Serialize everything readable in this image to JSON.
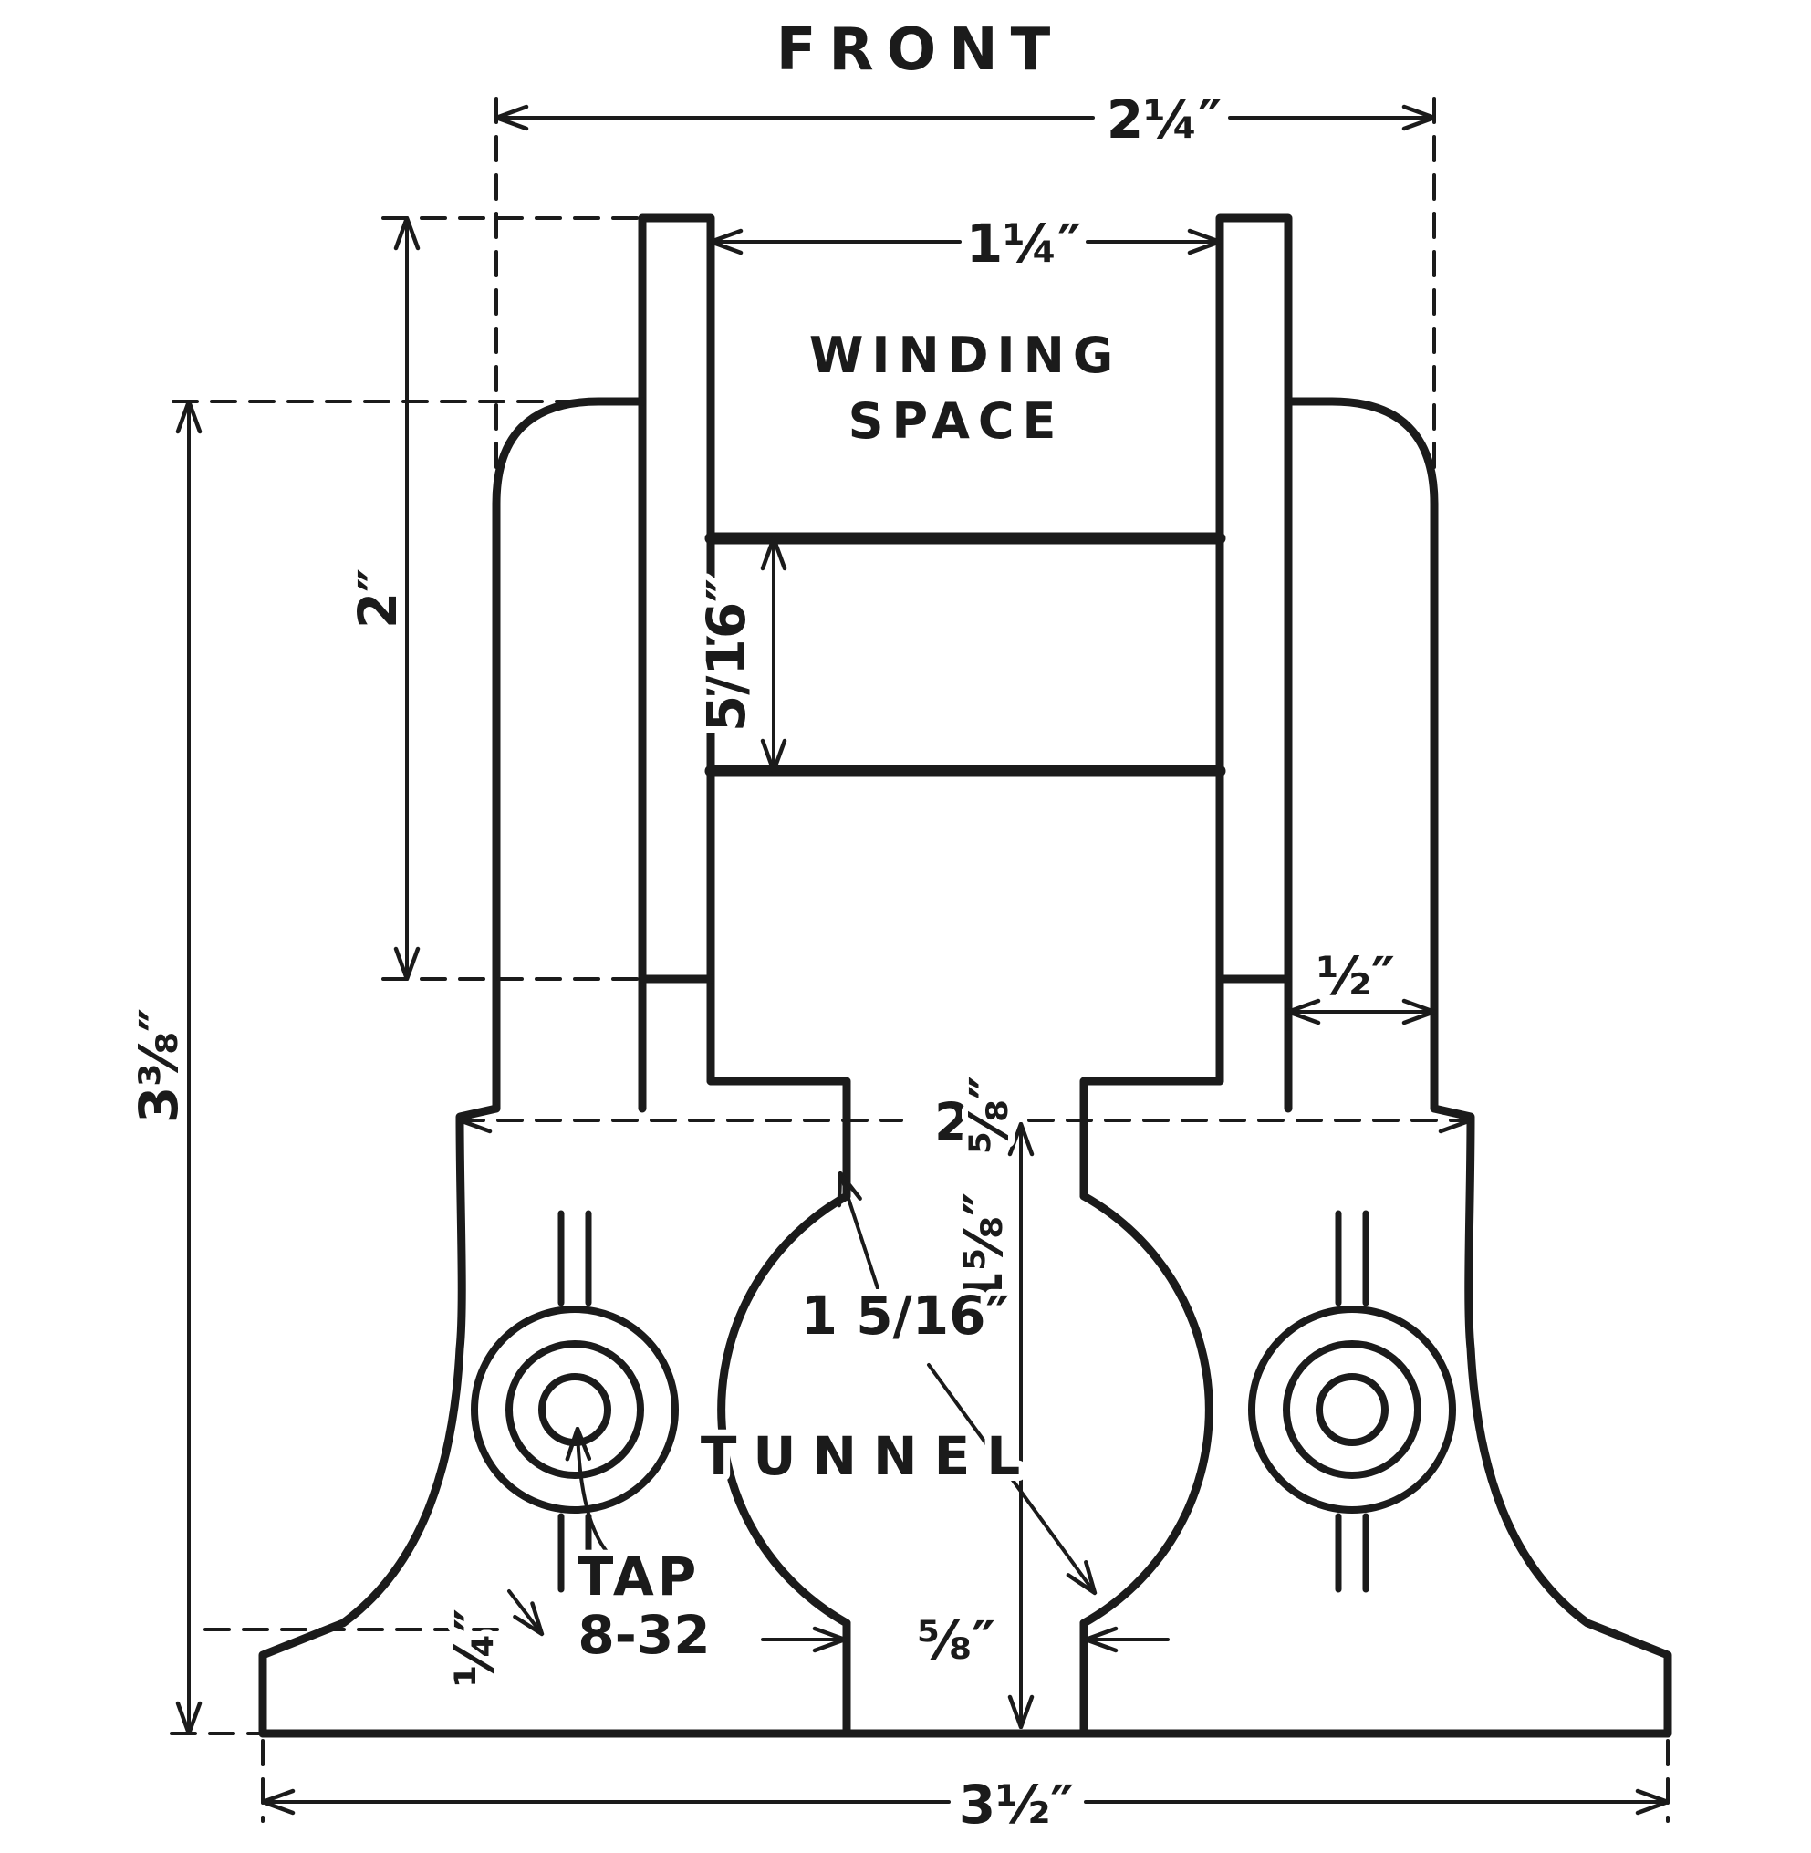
{
  "title": "FRONT",
  "drawing": {
    "winding_space_line1": "WINDING",
    "winding_space_line2": "SPACE",
    "tunnel_label": "TUNNEL",
    "tap_line1": "TAP",
    "tap_line2": "8-32"
  },
  "dims": {
    "top_width": "2¼″",
    "coil_window_width": "1¼″",
    "coil_height": "2″",
    "band_height": "5/16″",
    "overall_height": "3⅜″",
    "limb_thickness": "½″",
    "base_width_whole": "2",
    "base_width_fraction": "⅝″",
    "base_height": "1⅝″",
    "tunnel_diameter": "1 5/16″",
    "core_width": "⅝″",
    "foot_thickness": "¼″",
    "overall_width": "3½″"
  },
  "ink_color": "#1b1b1b"
}
